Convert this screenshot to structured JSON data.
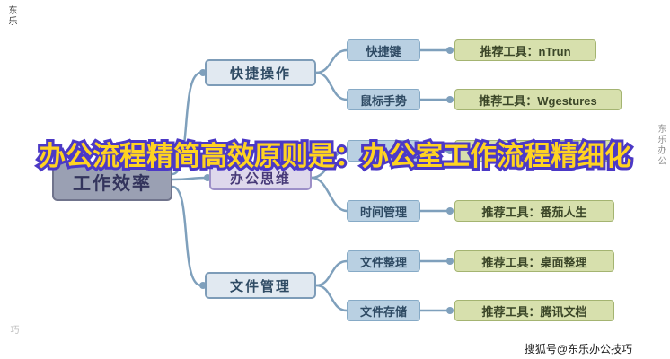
{
  "banner": {
    "text": "办公流程精简高效原则是：办公室工作流程精细化",
    "fill_color": "#ffd321",
    "outline_color": "#4c39c6"
  },
  "diagram": {
    "root": {
      "label": "工作效率"
    },
    "branches": [
      {
        "label": "快捷操作",
        "children": [
          {
            "label": "快捷键",
            "tool": "推荐工具：nTrun"
          },
          {
            "label": "鼠标手势",
            "tool": "推荐工具：Wgestures"
          }
        ]
      },
      {
        "label": "办公思维",
        "children": [
          {
            "label": "",
            "tool": ""
          },
          {
            "label": "时间管理",
            "tool": "推荐工具：番茄人生"
          }
        ]
      },
      {
        "label": "文件管理",
        "children": [
          {
            "label": "文件整理",
            "tool": "推荐工具：桌面整理"
          },
          {
            "label": "文件存储",
            "tool": "推荐工具：腾讯文档"
          }
        ]
      }
    ]
  },
  "colors": {
    "connector": "#7fa0bc",
    "child_fill": "#b9d0e2",
    "leaf_fill": "#d7e0ad",
    "branch_blue_fill": "#e1e9f1",
    "branch_purple_fill": "#ded8ec",
    "root_fill": "#9aa0b3"
  },
  "watermarks": {
    "top_left": "东乐",
    "right_side": "东乐办公",
    "bottom_left": "巧"
  },
  "footer": {
    "credit": "搜狐号@东乐办公技巧"
  }
}
